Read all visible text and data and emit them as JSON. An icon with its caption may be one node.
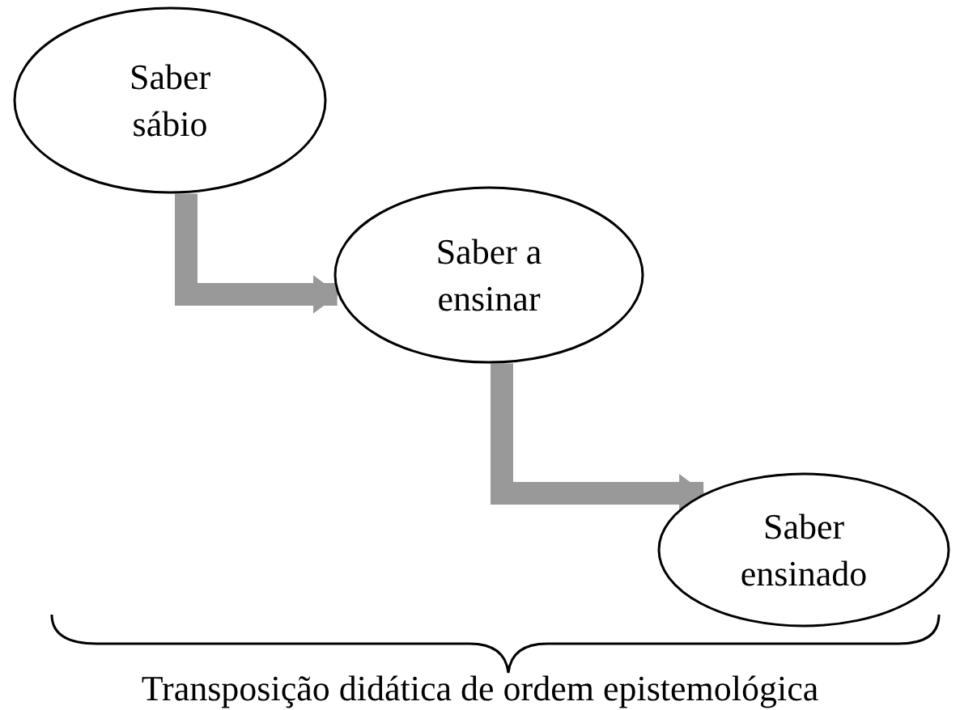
{
  "diagram": {
    "caption": "Transposição didática de ordem epistemológica",
    "nodes": [
      {
        "text": [
          "Saber sábio"
        ]
      },
      {
        "text": [
          "Saber a ensinar"
        ]
      },
      {
        "text": [
          "Saber ensinado"
        ]
      }
    ],
    "edges": [
      {
        "from": 0,
        "to": 1,
        "arrow": "to"
      },
      {
        "from": 1,
        "to": 2,
        "arrow": "to"
      }
    ]
  }
}
